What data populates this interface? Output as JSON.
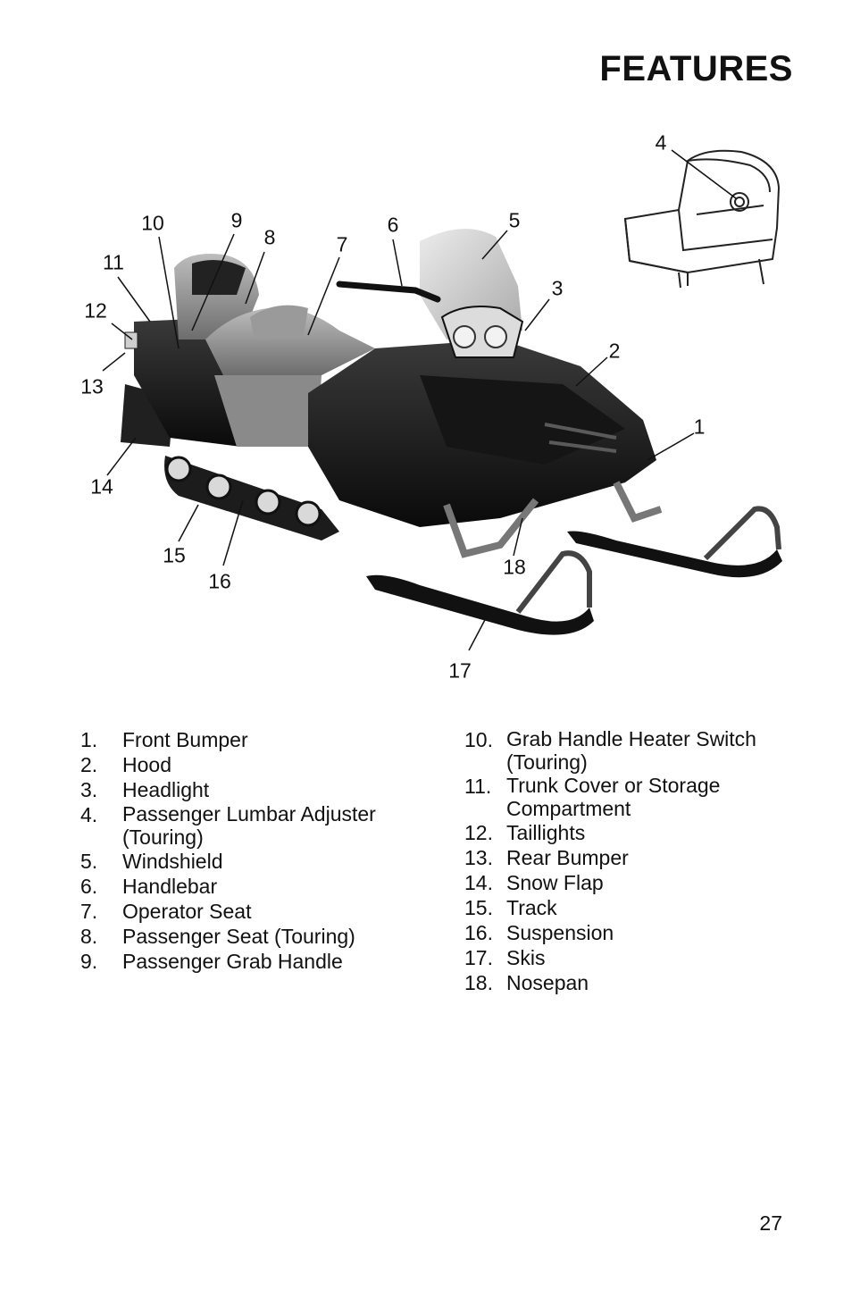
{
  "page": {
    "title": "FEATURES",
    "page_number": "27"
  },
  "callouts": [
    "1",
    "2",
    "3",
    "4",
    "5",
    "6",
    "7",
    "8",
    "9",
    "10",
    "11",
    "12",
    "13",
    "14",
    "15",
    "16",
    "17",
    "18"
  ],
  "features_left": [
    {
      "num": "1.",
      "text": "Front Bumper"
    },
    {
      "num": "2.",
      "text": "Hood"
    },
    {
      "num": "3.",
      "text": "Headlight"
    },
    {
      "num": "4.",
      "text": "Passenger Lumbar Adjuster (Touring)"
    },
    {
      "num": "5.",
      "text": "Windshield"
    },
    {
      "num": "6.",
      "text": "Handlebar"
    },
    {
      "num": "7.",
      "text": "Operator Seat"
    },
    {
      "num": "8.",
      "text": "Passenger Seat (Touring)"
    },
    {
      "num": "9.",
      "text": "Passenger Grab Handle"
    }
  ],
  "features_right": [
    {
      "num": "10.",
      "text": "Grab Handle Heater Switch (Touring)"
    },
    {
      "num": "11.",
      "text": "Trunk Cover or Storage Compartment"
    },
    {
      "num": "12.",
      "text": "Taillights"
    },
    {
      "num": "13.",
      "text": "Rear Bumper"
    },
    {
      "num": "14.",
      "text": "Snow Flap"
    },
    {
      "num": "15.",
      "text": "Track"
    },
    {
      "num": "16.",
      "text": "Suspension"
    },
    {
      "num": "17.",
      "text": "Skis"
    },
    {
      "num": "18.",
      "text": "Nosepan"
    }
  ]
}
